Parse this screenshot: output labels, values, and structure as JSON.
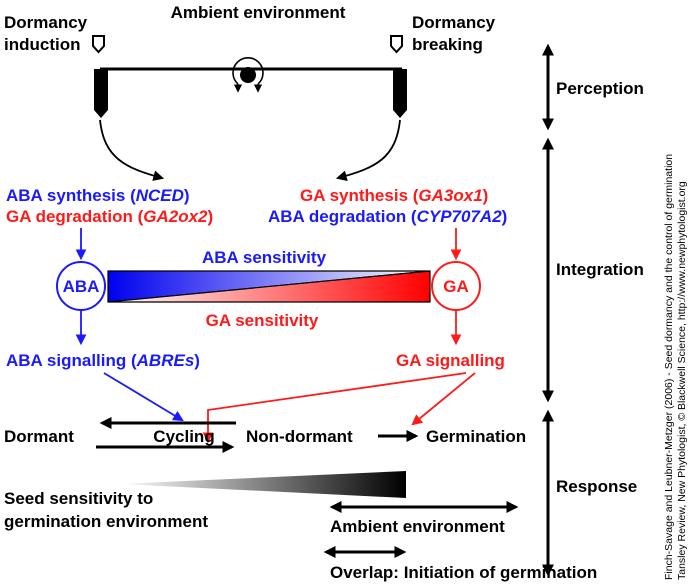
{
  "colors": {
    "black": "#000000",
    "aba_blue": "#1a1aff",
    "ga_red": "#ff1a1a",
    "white": "#ffffff"
  },
  "top": {
    "title": "Ambient environment",
    "induction_line1": "Dormancy",
    "induction_line2": "induction",
    "breaking_line1": "Dormancy",
    "breaking_line2": "breaking"
  },
  "left_branch": {
    "aba_synthesis_prefix": "ABA synthesis (",
    "aba_synthesis_gene": "NCED",
    "aba_synthesis_suffix": ")",
    "ga_degradation_prefix": "GA degradation (",
    "ga_degradation_gene": "GA2ox2",
    "ga_degradation_suffix": ")",
    "node_label": "ABA",
    "signalling_prefix": "ABA signalling (",
    "signalling_gene": "ABREs",
    "signalling_suffix": ")"
  },
  "right_branch": {
    "ga_synthesis_prefix": "GA synthesis (",
    "ga_synthesis_gene": "GA3ox1",
    "ga_synthesis_suffix": ")",
    "aba_degradation_prefix": "ABA degradation (",
    "aba_degradation_gene": "CYP707A2",
    "aba_degradation_suffix": ")",
    "node_label": "GA",
    "signalling": "GA signalling"
  },
  "sensitivity": {
    "aba": "ABA sensitivity",
    "ga": "GA sensitivity"
  },
  "states": {
    "dormant": "Dormant",
    "cycling": "Cycling",
    "non_dormant": "Non-dormant",
    "germination": "Germination"
  },
  "bottom": {
    "seed_line1": "Seed sensitivity to",
    "seed_line2": "germination environment",
    "ambient": "Ambient environment",
    "overlap": "Overlap: Initiation of germination"
  },
  "stages": {
    "perception": "Perception",
    "integration": "Integration",
    "response": "Response"
  },
  "credit": {
    "line1": "Finch-Savage and Leubner-Metzger (2006) - Seed dormancy and the control of germination",
    "line2": "Tansley Review, New Phytologist, © Blackwell Science, http://www.newphytologist.org"
  }
}
